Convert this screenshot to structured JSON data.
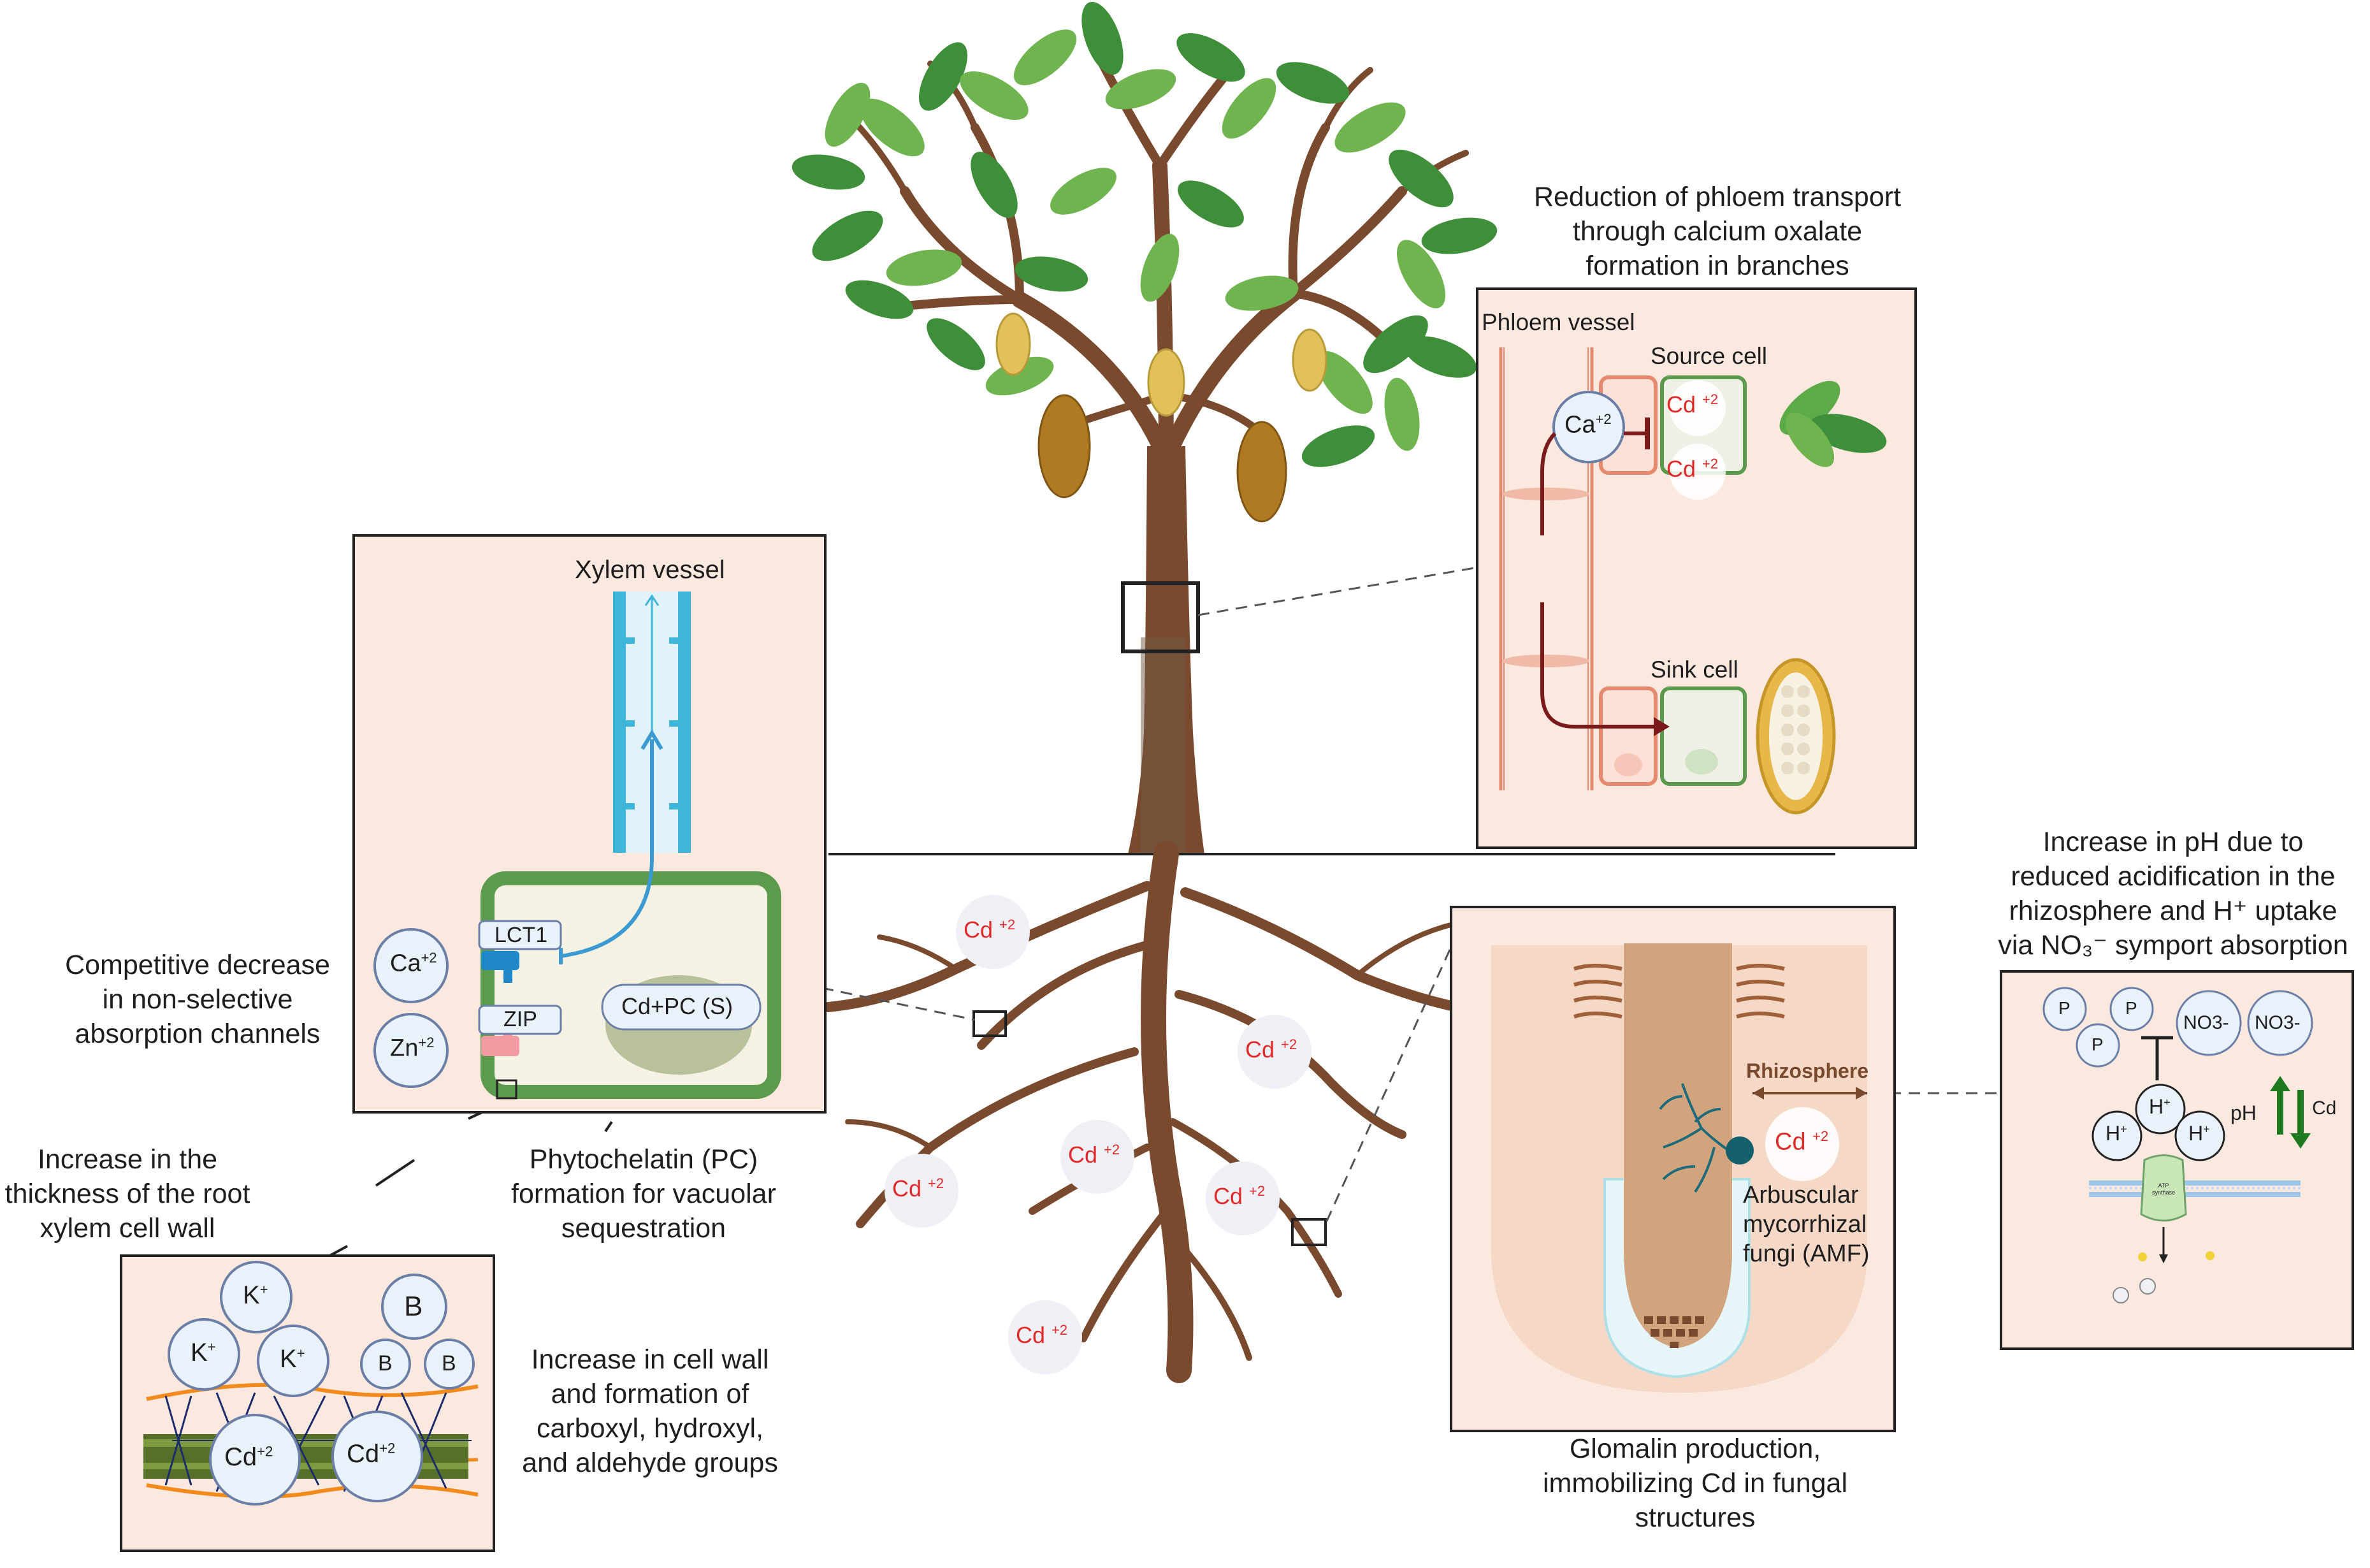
{
  "annotations": {
    "phloem_reduction": [
      "Reduction of phloem transport",
      "through calcium oxalate",
      "formation in branches"
    ],
    "ph_increase": [
      "Increase in pH due to",
      "reduced acidification in the",
      "rhizosphere and H⁺ uptake",
      "via NO₃⁻ symport absorption"
    ],
    "competitive_decrease": [
      "Competitive decrease",
      "in non-selective",
      "absorption channels"
    ],
    "root_wall": [
      "Increase in the",
      "thickness of the root",
      "xylem cell wall"
    ],
    "phytochelatin": [
      "Phytochelatin (PC)",
      "formation for vacuolar",
      "sequestration"
    ],
    "cell_wall_groups": [
      "Increase in cell wall",
      "and formation of",
      "carboxyl, hydroxyl,",
      "and aldehyde groups"
    ],
    "glomalin": [
      "Glomalin production,",
      "immobilizing Cd in fungal",
      "structures"
    ]
  },
  "phloem_panel": {
    "vessel_label": "Phloem vessel",
    "source_cell": "Source cell",
    "sink_cell": "Sink cell",
    "ca_ion": "Ca",
    "ca_charge": "+2",
    "cd_ion": "Cd",
    "cd_charge": "+2"
  },
  "xylem_panel": {
    "vessel_label": "Xylem vessel",
    "lct1": "LCT1",
    "zip": "ZIP",
    "ca_ion": "Ca",
    "ca_charge": "+2",
    "zn_ion": "Zn",
    "zn_charge": "+2",
    "cd_pc": "Cd+PC (S)"
  },
  "soil_cd": {
    "symbol": "Cd",
    "charge": "+2"
  },
  "mycorrhiza_panel": {
    "rhizosphere": "Rhizosphere",
    "cd_ion": "Cd",
    "cd_charge": "+2",
    "amf": [
      "Arbuscular",
      "mycorrhizal",
      "fungi (AMF)"
    ]
  },
  "ph_panel": {
    "p": "P",
    "no3": "NO3-",
    "h": "H",
    "h_charge": "+",
    "ph": "pH",
    "cd": "Cd",
    "atp_synthase": [
      "ATP",
      "synthase"
    ]
  },
  "wall_panel": {
    "k": "K",
    "k_charge": "+",
    "b": "B",
    "cd": "Cd",
    "cd_charge": "+2"
  },
  "colors": {
    "trunk": "#7a4a2e",
    "leaf_dark": "#3f8f3a",
    "leaf_light": "#6fb44f",
    "panel_bg": "#fbe9e0",
    "cd_text": "#e02a2a",
    "xylem": "#3fb6d9",
    "cell_wall": "#5c9a4e",
    "orange_fiber": "#f28a1c"
  }
}
